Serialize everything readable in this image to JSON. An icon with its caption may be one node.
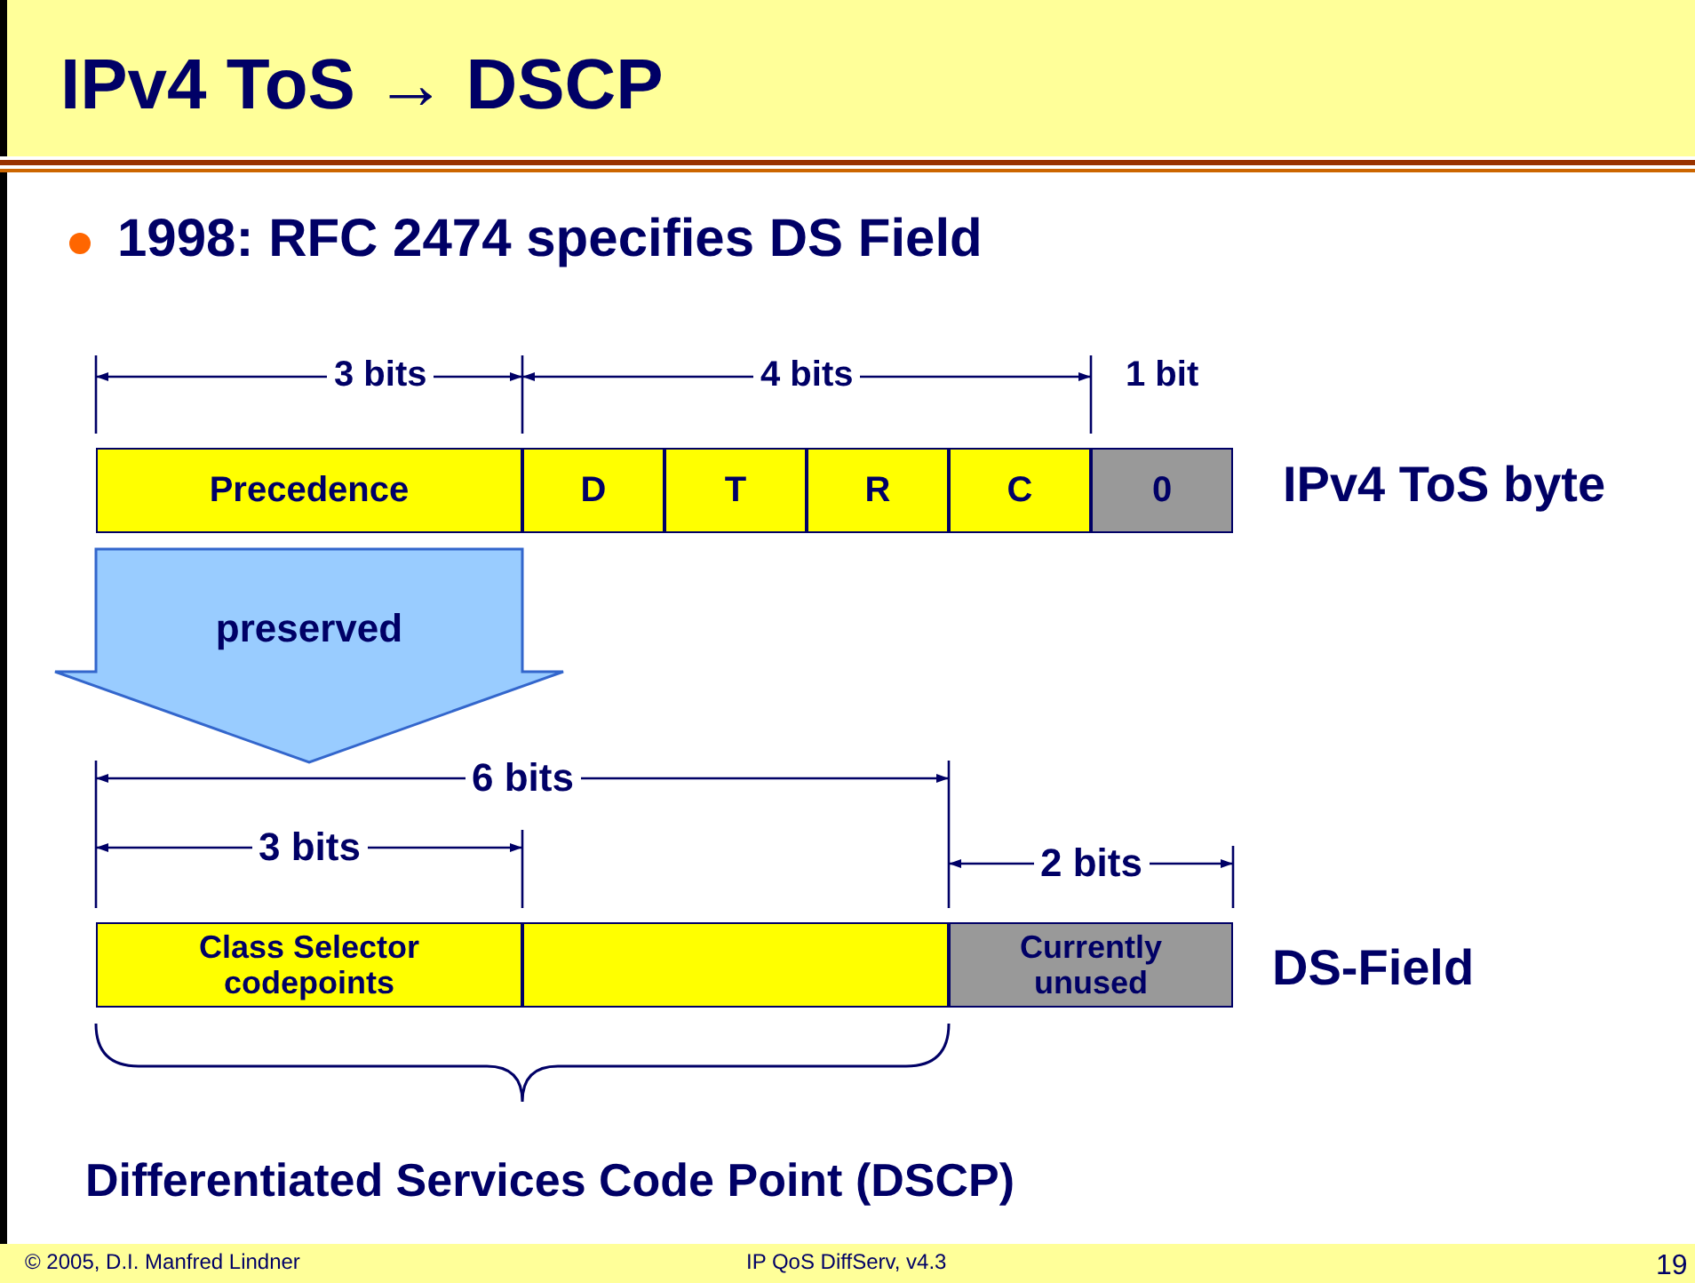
{
  "diagram": {
    "title": "IPv4 ToS → DSCP",
    "nodes": [
      {
        "text": [
          "Precedence"
        ]
      },
      {
        "text": [
          "D"
        ]
      },
      {
        "text": [
          "T"
        ]
      },
      {
        "text": [
          "R"
        ]
      },
      {
        "text": [
          "C"
        ]
      },
      {
        "text": [
          "0"
        ]
      },
      {
        "text": [
          "preserved"
        ]
      },
      {
        "text": [
          "Class Selector codepoints"
        ]
      },
      {
        "text": [],
        "shape": "box"
      },
      {
        "text": [
          "Currently unused"
        ]
      }
    ],
    "labels": [
      "1998: RFC 2474 specifies DS Field",
      "3 bits",
      "4 bits",
      "1 bit",
      "IPv4 ToS byte",
      "6 bits",
      "3 bits",
      "2 bits",
      "DS-Field",
      "Differentiated Services Code Point (DSCP)",
      "© 2005, D.I. Manfred Lindner",
      "IP QoS DiffServ, v4.3",
      "19"
    ]
  }
}
